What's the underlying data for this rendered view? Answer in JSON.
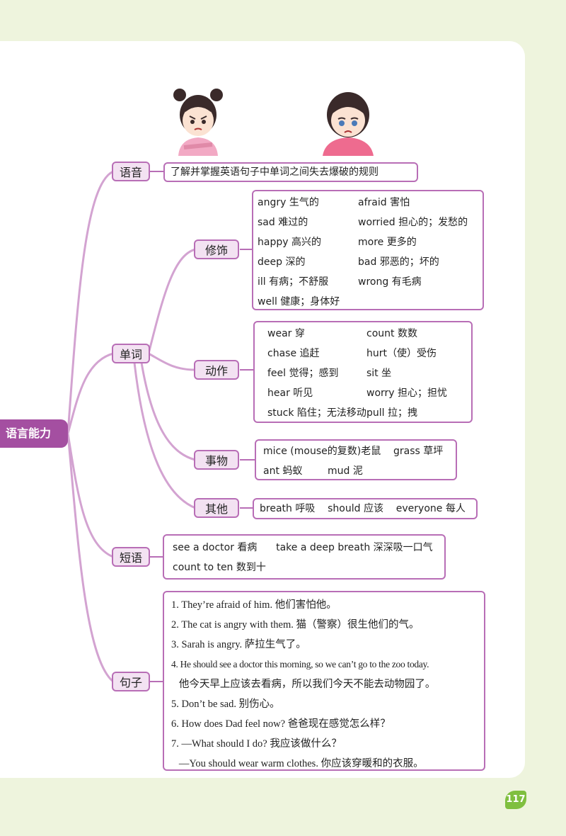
{
  "root_label": "语言能力",
  "branches": {
    "pronunciation": {
      "label": "语音",
      "text": "了解并掌握英语句子中单词之间失去爆破的规则"
    },
    "vocabulary": {
      "label": "单词",
      "modifiers": {
        "label": "修饰",
        "items": [
          "angry 生气的",
          "afraid 害怕",
          "sad 难过的",
          "worried 担心的；发愁的",
          "happy 高兴的",
          "more 更多的",
          "deep 深的",
          "bad 邪恶的；坏的",
          "ill 有病；不舒服",
          "wrong 有毛病",
          "well 健康；身体好"
        ]
      },
      "actions": {
        "label": "动作",
        "items": [
          "wear 穿",
          "count 数数",
          "chase 追赶",
          "hurt（使）受伤",
          "feel 觉得；感到",
          "sit 坐",
          "hear 听见",
          "worry 担心；担忧",
          "stuck 陷住；无法移动",
          "pull 拉；拽"
        ]
      },
      "things": {
        "label": "事物",
        "line1": "mice (mouse的复数)老鼠    grass 草坪",
        "line2": "ant 蚂蚁        mud 泥"
      },
      "others": {
        "label": "其他",
        "text": "breath 呼吸    should 应该    everyone 每人"
      }
    },
    "phrases": {
      "label": "短语",
      "line1": "see a doctor 看病      take a deep breath 深深吸一口气",
      "line2": "count to ten 数到十"
    },
    "sentences": {
      "label": "句子",
      "lines": [
        "1. They’re afraid of him. 他们害怕他。",
        "2. The cat is angry with them. 猫（警察）很生他们的气。",
        "3. Sarah is angry. 萨拉生气了。",
        "4. He should see a doctor this morning, so we can’t go to the zoo today.",
        "   他今天早上应该去看病，所以我们今天不能去动物园了。",
        "5. Don’t be sad. 别伤心。",
        "6. How does Dad feel now? 爸爸现在感觉怎么样？",
        "7. —What should I do? 我应该做什么？",
        "   —You should wear warm clothes. 你应该穿暖和的衣服。"
      ]
    }
  },
  "page_number": "117",
  "colors": {
    "accent": "#a44fa1",
    "node_border": "#b86eb6",
    "node_fill": "#f3e2f2",
    "page_bg": "#eef4dd"
  }
}
